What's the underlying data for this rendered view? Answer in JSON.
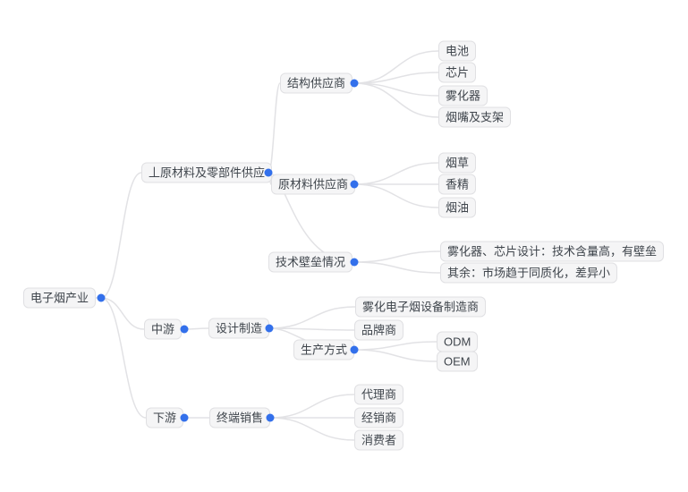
{
  "colors": {
    "dot": "#3370eb",
    "edge": "#e2e2e5",
    "node_bg": "#f5f5f6",
    "node_border": "#e0e0e3",
    "node_text": "#3f454c",
    "canvas_bg": "#ffffff"
  },
  "mindmap": {
    "label": "电子烟产业",
    "children": [
      {
        "label": "丄原材料及零部件供应",
        "children": [
          {
            "label": "结构供应商",
            "children": [
              {
                "label": "电池"
              },
              {
                "label": "芯片"
              },
              {
                "label": "雾化器"
              },
              {
                "label": "烟嘴及支架"
              }
            ]
          },
          {
            "label": "原材料供应商",
            "children": [
              {
                "label": "烟草"
              },
              {
                "label": "香精"
              },
              {
                "label": "烟油"
              }
            ]
          },
          {
            "label": "技术壁垒情况",
            "children": [
              {
                "label": "雾化器、芯片设计：技术含量高，有壁垒"
              },
              {
                "label": "其余：市场趋于同质化，差异小"
              }
            ]
          }
        ]
      },
      {
        "label": "中游",
        "children": [
          {
            "label": "设计制造",
            "children": [
              {
                "label": "雾化电子烟设备制造商"
              },
              {
                "label": "品牌商"
              },
              {
                "label": "生产方式",
                "children": [
                  {
                    "label": "ODM"
                  },
                  {
                    "label": "OEM"
                  }
                ]
              }
            ]
          }
        ]
      },
      {
        "label": "下游",
        "children": [
          {
            "label": "终端销售",
            "children": [
              {
                "label": "代理商"
              },
              {
                "label": "经销商"
              },
              {
                "label": "消费者"
              }
            ]
          }
        ]
      }
    ]
  }
}
